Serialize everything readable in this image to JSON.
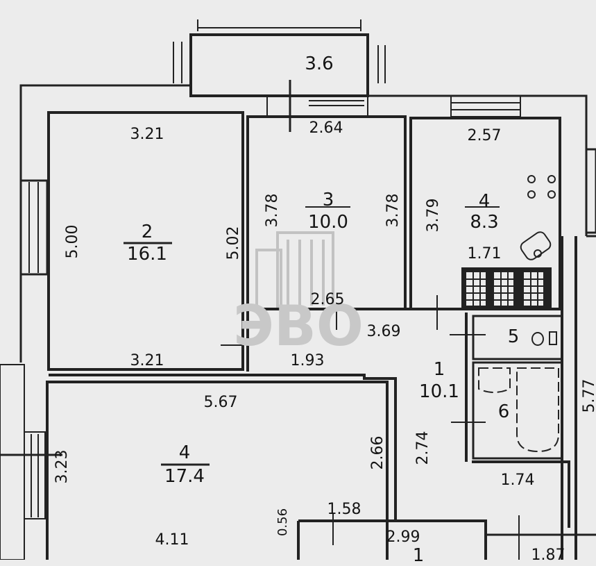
{
  "watermark": {
    "text": "ЭВО"
  },
  "balcony": {
    "width": "3.6"
  },
  "rooms": {
    "room2": {
      "number": "2",
      "area": "16.1",
      "top": "3.21",
      "bottom": "3.21",
      "left": "5.00",
      "right": "5.02"
    },
    "room3": {
      "number": "3",
      "area": "10.0",
      "top": "2.64",
      "bottom": "2.65",
      "left": "3.78",
      "right": "3.78"
    },
    "room4a": {
      "number": "4",
      "area": "8.3",
      "top": "2.57",
      "left": "3.79",
      "bottom": "1.71"
    },
    "room4b": {
      "number": "4",
      "area": "17.4",
      "top": "5.67",
      "bottom": "4.11",
      "left": "3.23",
      "right": "2.66",
      "small": "0.56"
    },
    "hall": {
      "number": "1",
      "area": "10.1",
      "top": "3.69",
      "left_top": "1.93",
      "side": "2.74",
      "bottom": "1.74",
      "lower": "1.58"
    },
    "wc": {
      "number": "5"
    },
    "bath": {
      "number": "6"
    },
    "lower_room": {
      "width": "2.99",
      "number": "1"
    }
  },
  "edge_labels": {
    "right_side": "5.77",
    "bottom_right": "1.87"
  },
  "colors": {
    "wall": "#222222",
    "background": "#ececec",
    "watermark": "#bfbfbf"
  }
}
